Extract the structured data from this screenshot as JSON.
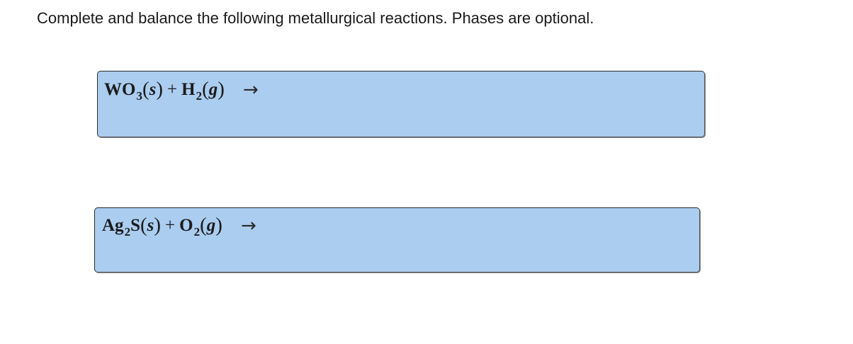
{
  "instruction": "Complete and balance the following metallurgical reactions. Phases are optional.",
  "colors": {
    "box_fill": "#aacdf0",
    "box_border": "#555555",
    "text": "#1a1a1a"
  },
  "reactions": [
    {
      "reactant1": {
        "symbol": "WO",
        "subscript": "3",
        "open": "(",
        "phase": "s",
        "close": ")"
      },
      "plus": "+",
      "reactant2": {
        "symbol": "H",
        "subscript": "2",
        "open": "(",
        "phase": "g",
        "close": ")"
      },
      "arrow": "→",
      "answer": ""
    },
    {
      "reactant1": {
        "symbol_a": "Ag",
        "subscript": "2",
        "symbol_b": "S",
        "open": "(",
        "phase": "s",
        "close": ")"
      },
      "plus": "+",
      "reactant2": {
        "symbol": "O",
        "subscript": "2",
        "open": "(",
        "phase": "g",
        "close": ")"
      },
      "arrow": "→",
      "answer": ""
    }
  ]
}
